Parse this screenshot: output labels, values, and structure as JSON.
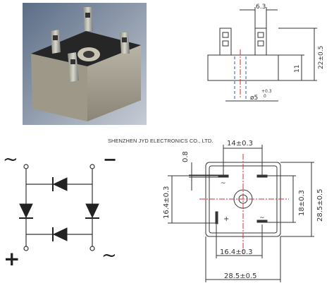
{
  "header": {
    "company": "SHENZHEN JYD ELECTRONICS CO., LTD."
  },
  "side_view": {
    "pin_spacing": "6.3",
    "height_total": "22±0.5",
    "body_height": "11",
    "hole_dia": "ø5",
    "hole_tol_upper": "+0.3",
    "hole_tol_lower": "0"
  },
  "schematic": {
    "ac_top_left": "~",
    "dc_minus": "−",
    "dc_plus": "+",
    "ac_bottom_right": "~"
  },
  "top_view": {
    "width_top": "14±0.3",
    "pad_height": "0.8",
    "left_vertical": "16.4±0.3",
    "right_vertical": "18±0.3",
    "total_height": "28.5±0.5",
    "width_bottom_inner": "16.4±0.3",
    "width_total": "28.5±0.5",
    "pin_label_ac_left": "~",
    "pin_label_plus": "+",
    "pin_label_ac_right": "~"
  },
  "colors": {
    "line": "#333333",
    "centerline": "#d23030",
    "dim_blue": "#3050b8"
  }
}
